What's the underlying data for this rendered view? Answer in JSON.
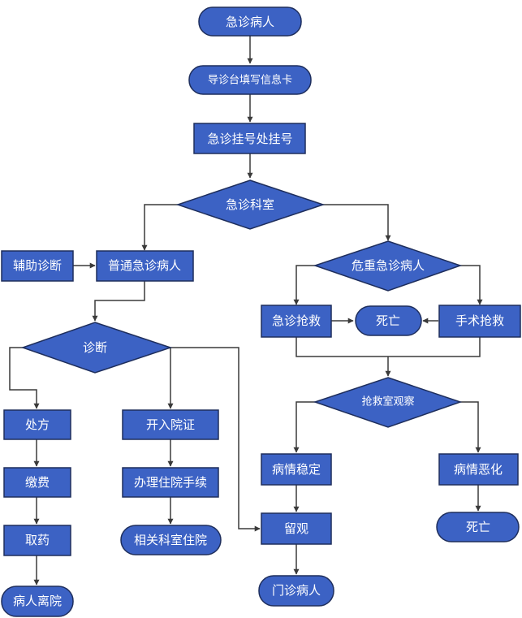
{
  "diagram": {
    "nodes": {
      "emergency_patient": "急诊病人",
      "triage_card": "导诊台填写信息卡",
      "registration": "急诊挂号处挂号",
      "emergency_dept": "急诊科室",
      "auxiliary_diagnosis": "辅助诊断",
      "ordinary_patient": "普通急诊病人",
      "critical_patient": "危重急诊病人",
      "emergency_rescue": "急诊抢救",
      "death_1": "死亡",
      "surgical_rescue": "手术抢救",
      "diagnosis": "诊断",
      "rescue_observation": "抢救室观察",
      "prescription": "处方",
      "admission_cert": "开入院证",
      "stable": "病情稳定",
      "deteriorated": "病情恶化",
      "payment": "缴费",
      "admission_procedure": "办理住院手续",
      "take_medicine": "取药",
      "ward_admission": "相关科室住院",
      "observation": "留观",
      "death_2": "死亡",
      "discharge": "病人离院",
      "outpatient": "门诊病人"
    },
    "colors": {
      "node_fill": "#3c62c4",
      "node_stroke": "#1e2e5c",
      "node_text": "#ffffff",
      "edge": "#3a3a3a"
    }
  }
}
